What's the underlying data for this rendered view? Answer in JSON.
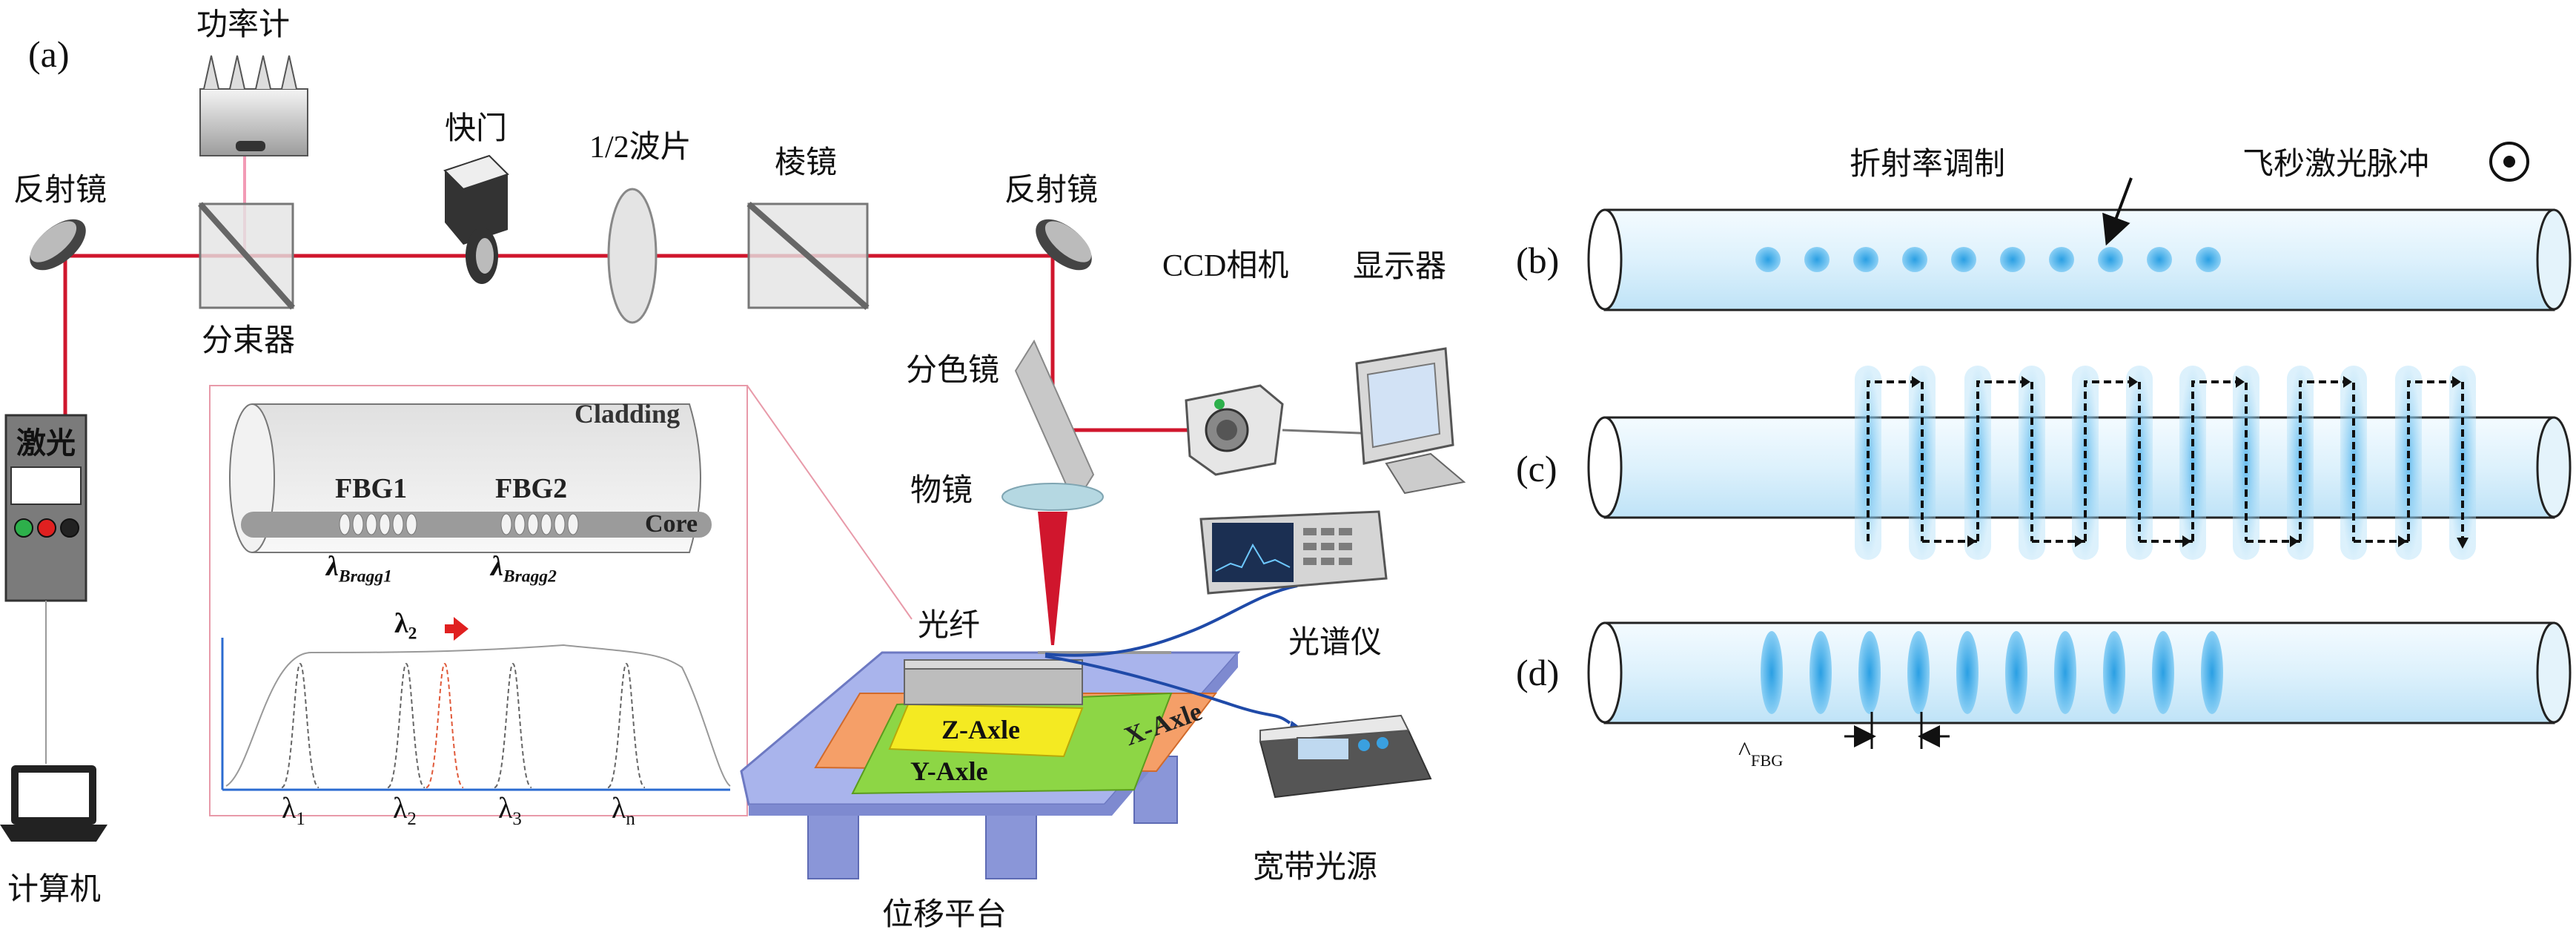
{
  "panels": {
    "a": "(a)",
    "b": "(b)",
    "c": "(c)",
    "d": "(d)"
  },
  "components": {
    "power_meter": "功率计",
    "mirror_left": "反射镜",
    "beam_splitter": "分束器",
    "shutter": "快门",
    "half_wave_plate": "1/2波片",
    "prism": "棱镜",
    "mirror_right": "反射镜",
    "ccd_camera": "CCD相机",
    "display": "显示器",
    "dichroic_mirror": "分色镜",
    "objective": "物镜",
    "fiber": "光纤",
    "spectrometer": "光谱仪",
    "broadband_source": "宽带光源",
    "stage": "位移平台",
    "laser": "激光",
    "computer": "计算机"
  },
  "stage_axes": {
    "z": "Z-Axle",
    "y": "Y-Axle",
    "x": "X-Axle"
  },
  "inset": {
    "cladding": "Cladding",
    "core": "Core",
    "fbg1": "FBG1",
    "fbg2": "FBG2",
    "bragg1_main": "λ",
    "bragg1_sub": "Bragg1",
    "bragg2_main": "λ",
    "bragg2_sub": "Bragg2",
    "shift_main": "λ",
    "shift_sub": "2",
    "ticks": [
      {
        "main": "λ",
        "sub": "1"
      },
      {
        "main": "λ",
        "sub": "2"
      },
      {
        "main": "λ",
        "sub": "3"
      },
      {
        "main": "λ",
        "sub": "n"
      }
    ]
  },
  "right": {
    "refractive_index_modulation": "折射率调制",
    "fs_laser_pulse": "飞秒激光脉冲",
    "period_main": "^",
    "period_sub": "FBG"
  },
  "colors": {
    "laser_beam": "#d0162d",
    "fiber_blue": "#4db6ec",
    "stage_blue": "#9aa8e8",
    "z_axle": "#f0e010",
    "y_axle": "#7ed321",
    "x_axle": "#f28a4a",
    "arrow_red": "#e02020"
  }
}
